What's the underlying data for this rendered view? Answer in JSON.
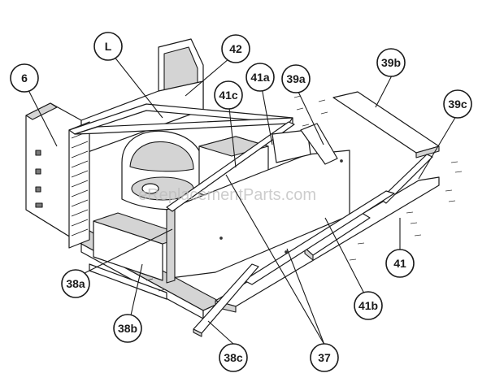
{
  "watermark": "eReplacementParts.com",
  "callouts": [
    {
      "id": "L",
      "label": "L"
    },
    {
      "id": "42",
      "label": "42"
    },
    {
      "id": "6",
      "label": "6"
    },
    {
      "id": "41a",
      "label": "41a"
    },
    {
      "id": "39a",
      "label": "39a"
    },
    {
      "id": "39b",
      "label": "39b"
    },
    {
      "id": "41c",
      "label": "41c"
    },
    {
      "id": "39c",
      "label": "39c"
    },
    {
      "id": "41",
      "label": "41"
    },
    {
      "id": "41b",
      "label": "41b"
    },
    {
      "id": "38a",
      "label": "38a"
    },
    {
      "id": "38b",
      "label": "38b"
    },
    {
      "id": "38c",
      "label": "38c"
    },
    {
      "id": "37",
      "label": "37"
    }
  ]
}
